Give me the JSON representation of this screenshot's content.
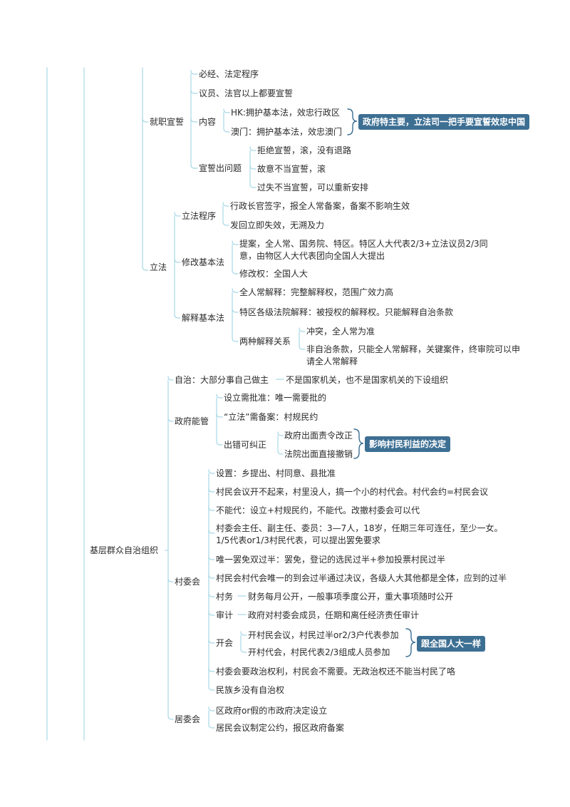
{
  "colors": {
    "branch_line": "#a8d8e6",
    "callout_bg": "#3d6f93"
  },
  "nodes": {
    "jiuzhi": "就职宣誓",
    "bijing": "必经、法定程序",
    "yiyuan": "议员、法官以上都要宣誓",
    "neirong": "内容",
    "hk": "HK:拥护基本法，效忠行政区",
    "macau": "澳门：拥护基本法，效忠澳门",
    "callout_gov": "政府特主要，立法司一把手要宣誓效忠中国",
    "xuanshi_wenti": "宣誓出问题",
    "jujue": "拒绝宣誓，滚，没有退路",
    "guyi": "故意不当宣誓，滚",
    "guoshi": "过失不当宣誓，可以重新安排",
    "lifa": "立法",
    "lifa_chengxu": "立法程序",
    "xingzheng": "行政长官签字，报全人常备案，备案不影响生效",
    "fahui": "发回立即失效，无溯及力",
    "xiugai": "修改基本法",
    "tian": "提案，全人常、国务院、特区。特区人大代表2/3+立法议员2/3同意，由物区人大代表团向全国人大提出",
    "xiugaiquan": "修改权：全国人大",
    "jieshi": "解释基本法",
    "quanren_jieshi": "全人常解释：完整解释权，范围广效力高",
    "tequ_jieshi": "特区各级法院解释：被授权的解释权。只能解释自治条款",
    "liangzhong": "两种解释关系",
    "chongtu": "冲突，全人常为准",
    "fei_zizhi": "非自治条款，只能全人常解释，关键案件，终审院可以申请全人常解释",
    "jiceng": "基层群众自治组织",
    "zizhi": "自治：大部分事自己做主",
    "bushi": "不是国家机关，也不是国家机关的下设组织",
    "zhengfu_neng": "政府能管",
    "sheli_pi": "设立需批准：唯一需要批的",
    "lifa_beian": "“立法”需备案：村规民约",
    "chucuo": "出错可纠正",
    "zhengfu_chumian": "政府出面责令改正",
    "fayuan_chumian": "法院出面直接撤销",
    "callout_cun": "影响村民利益的决定",
    "cunweihui": "村委会",
    "shezhi": "设置：乡提出、村同意、县批准",
    "cunmin_huiyi": "村民会议开不起来，村里没人，搞一个小的村代会。村代会约=村民会议",
    "buneng_dai": "不能代：设立+村规民约，不能代。改撤村委会可以代",
    "zhuren": "村委会主任、副主任、委员：3—7人，18岁，任期三年可连任，至少一女。1/5代表or1/3村民代表，可以提出罢免要求",
    "bamian": "唯一罢免双过半：罢免，登记的选民过半+参加投票村民过半",
    "daohui": "村民会村代会唯一的到会过半通过决议，各级人大其他都是全体，应到的过半",
    "cunwu": "村务",
    "caiwu": "财务每月公开，一般事项季度公开，重大事项随时公开",
    "shenji": "审计",
    "shenji_detail": "政府对村委会成员，任期和离任经济责任审计",
    "kaihui": "开会",
    "kai_cunmin": "开村民会议，村民过半or2/3户代表参加",
    "kai_cundai": "开村代会，村民代表2/3组成人员参加",
    "callout_renda": "跟全国人大一样",
    "zhengzhi": "村委会要政治权利，村民会不需要。无政治权还不能当村民了咯",
    "minzu": "民族乡没有自治权",
    "juweihui": "居委会",
    "qu_zhengfu": "区政府or假的市政府决定设立",
    "jumin_huiyi": "居民会议制定公约，报区政府备案"
  }
}
